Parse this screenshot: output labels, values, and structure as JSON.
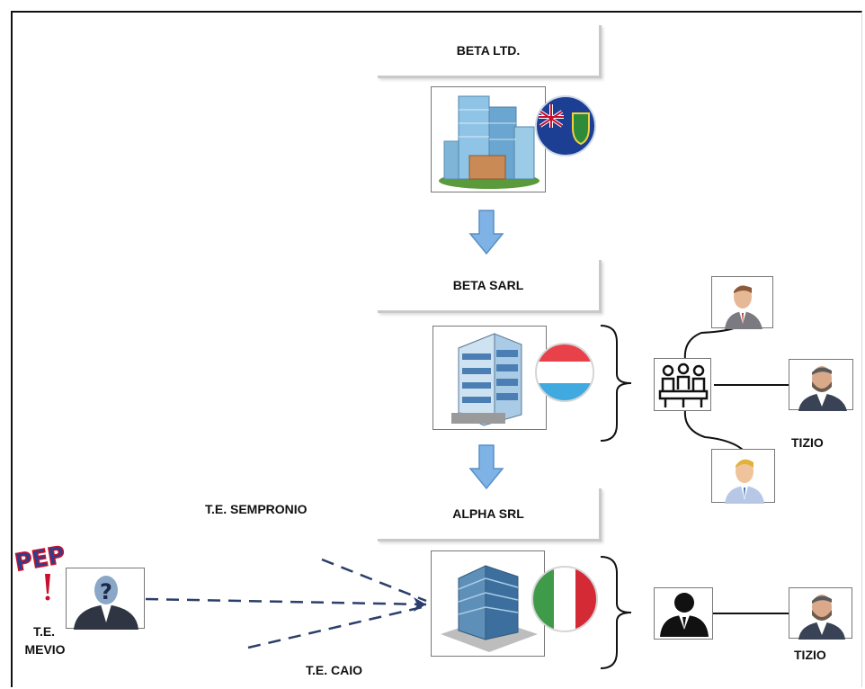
{
  "entities": {
    "beta_ltd": "BETA LTD.",
    "beta_sarl": "BETA SARL",
    "alpha_srl": "ALPHA SRL"
  },
  "people": {
    "tizio_top": "TIZIO",
    "tizio_bottom": "TIZIO",
    "sempronio": "T.E. SEMPRONIO",
    "caio": "T.E. CAIO",
    "mevio_line1": "T.E.",
    "mevio_line2": "MEVIO",
    "pep": "PEP"
  },
  "colors": {
    "arrow_blue": "#7fb2e5",
    "dash_navy": "#2c3e6b",
    "pep_blue": "#2b3f8c",
    "pep_red": "#c8102e"
  }
}
